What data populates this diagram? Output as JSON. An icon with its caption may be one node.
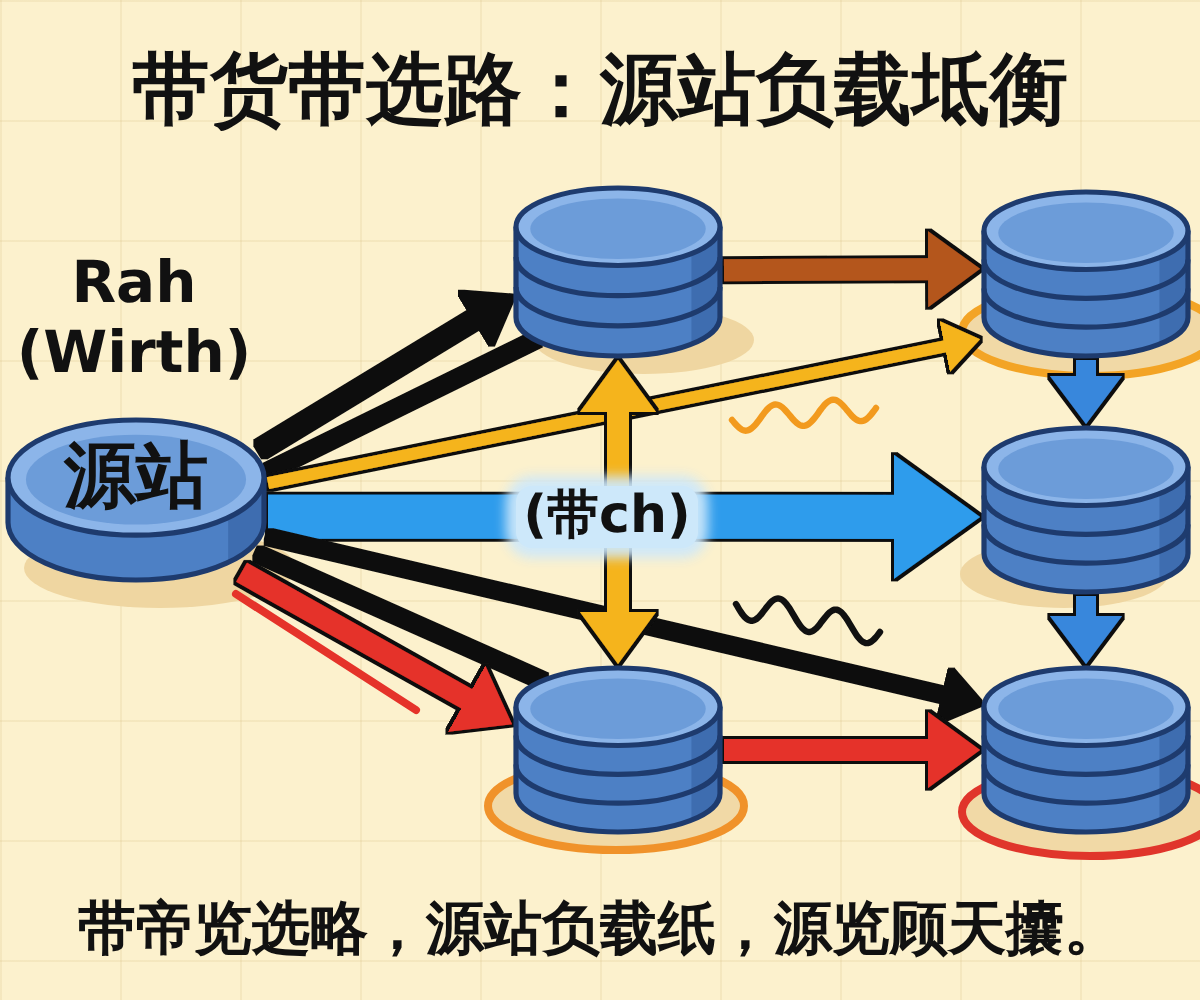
{
  "diagram": {
    "title": "带货带选路：源站负载坻衡",
    "caption": "带帝览选略，源站负载纸，源览顾天攮。",
    "nodes": [
      {
        "text": [
          "源站"
        ],
        "beside": [
          "Rah (Wirth)"
        ]
      },
      {
        "text": [],
        "shape": "cylinder"
      },
      {
        "text": [],
        "shape": "cylinder"
      },
      {
        "text": [],
        "shape": "cylinder"
      },
      {
        "text": [],
        "shape": "cylinder"
      },
      {
        "text": [],
        "shape": "cylinder"
      }
    ],
    "edges": [
      {
        "from": 0,
        "to": 1,
        "arrow": "to"
      },
      {
        "from": 0,
        "to": 1,
        "arrow": "none"
      },
      {
        "from": 0,
        "to": 3,
        "arrow": "to",
        "color": "#f5b41e"
      },
      {
        "from": 0,
        "to": 4,
        "arrow": "to",
        "label": "(带ch)",
        "style": "thick",
        "color": "#2d9cec"
      },
      {
        "from": 0,
        "to": 5,
        "arrow": "to"
      },
      {
        "from": 0,
        "to": 2,
        "arrow": "none"
      },
      {
        "from": 0,
        "to": 2,
        "arrow": "to",
        "color": "#e5332a"
      },
      {
        "from": 1,
        "to": 3,
        "arrow": "to",
        "color": "#b4561f"
      },
      {
        "from": 1,
        "to": 2,
        "arrow": "both",
        "color": "#f5b41e"
      },
      {
        "from": 2,
        "to": 5,
        "arrow": "to",
        "color": "#e5332a"
      },
      {
        "from": 3,
        "to": 4,
        "arrow": "to",
        "color": "#3987dc"
      },
      {
        "from": 4,
        "to": 5,
        "arrow": "to",
        "color": "#3987dc"
      }
    ]
  }
}
